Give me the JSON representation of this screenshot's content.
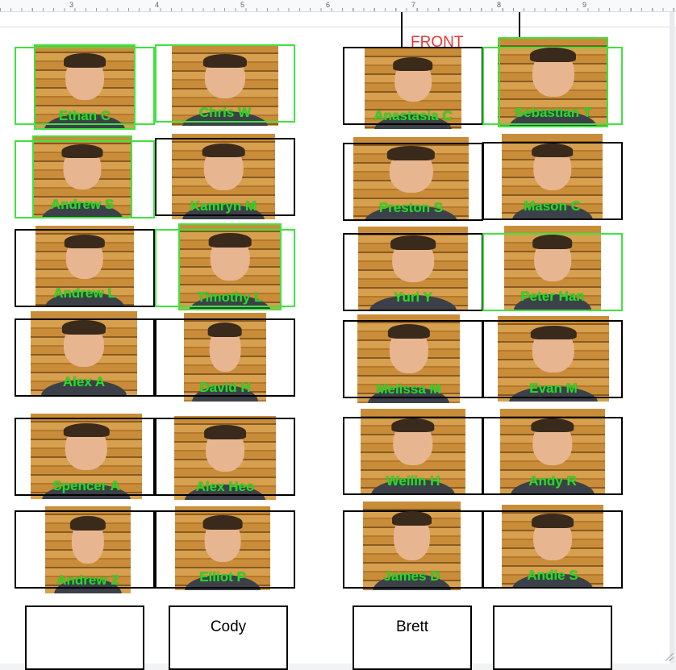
{
  "ruler": {
    "numbers": [
      "3",
      "4",
      "5",
      "6",
      "7",
      "8",
      "9"
    ]
  },
  "front_label": "FRONT",
  "seats_row_labels": [
    "",
    "Cody",
    "Brett",
    ""
  ],
  "people": [
    "Ethan C",
    "Chris W",
    "Anastasia C",
    "Sebastian T",
    "Andrew S",
    "Kamryn M",
    "Preston S",
    "Mason C",
    "Andrew L",
    "Timothy L",
    "Yuri Y",
    "Peter Han",
    "Alex A",
    "David H",
    "Melissa M",
    "Evan M",
    "Spencer A",
    "Alex Heo",
    "Weilin H",
    "Andy R",
    "Andrew Z",
    "Elliot P",
    "James D",
    "Andie S"
  ],
  "colors": {
    "label_green": "#2bd72b",
    "highlight_green": "#3fe33f",
    "front_red": "#e53935"
  }
}
